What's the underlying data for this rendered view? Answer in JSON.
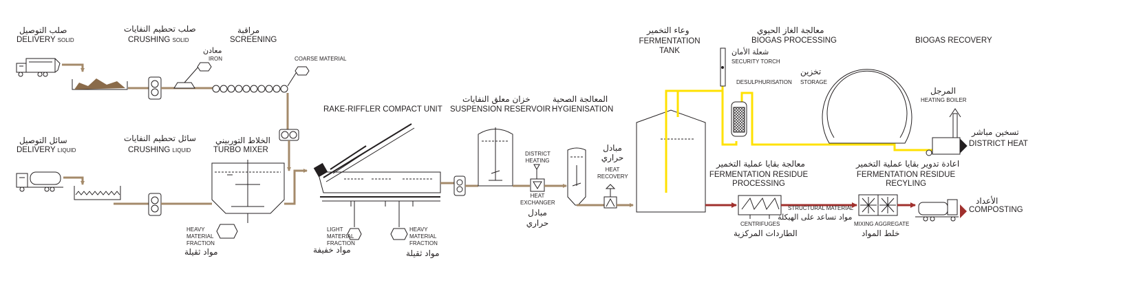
{
  "colors": {
    "line": "#231f20",
    "sludge": "#a48a6a",
    "biogas": "#ffe100",
    "residue": "#a0302d",
    "substrate": "#8a6b4a"
  },
  "labels": {
    "delivery_solid_ar": "صلب  التوصيل",
    "delivery_solid": "DELIVERY",
    "delivery_solid_sub": "SOLID",
    "crushing_solid_ar": "صلب تحطيم النفايات",
    "crushing_solid": "CRUSHING",
    "crushing_solid_sub": "SOLID",
    "screening_ar": "مراقبة",
    "screening": "SCREENING",
    "iron_ar": "معادن",
    "iron": "IRON",
    "coarse_material": "COARSE MATERIAL",
    "delivery_liquid_ar": "سائل  التوصيل",
    "delivery_liquid": "DELIVERY",
    "delivery_liquid_sub": "LIQUID",
    "crushing_liquid_ar": "سائل تحطيم النفايات",
    "crushing_liquid": "CRUSHING",
    "crushing_liquid_sub": "LIQUID",
    "turbo_mixer_ar": "الخلاط التوربيني",
    "turbo_mixer": "TURBO MIXER",
    "heavy_fraction_1": "HEAVY\nMATERIAL\nFRACTION",
    "heavy_fraction_1_ar": "مواد ثقيلة",
    "rake_riffler": "RAKE-RIFFLER COMPACT UNIT",
    "light_fraction": "LIGHT\nMATERIAL\nFRACTION",
    "light_fraction_ar": "مواد خفيفة",
    "heavy_fraction_2": "HEAVY\nMATERIAL\nFRACTION",
    "heavy_fraction_2_ar": "مواد ثقيلة",
    "suspension_reservoir_ar": "خزان معلق النفايات",
    "suspension_reservoir": "SUSPENSION RESERVOIR",
    "district_heating": "DISTRICT\nHEATING",
    "heat_exchanger": "HEAT\nEXCHANGER",
    "heat_exchanger_ar": "مبادل\nحراري",
    "hygienisation_ar": "المعالجة الصحية",
    "hygienisation": "HYGIENISATION",
    "heat_recovery_ar": "مبادل\nحراري",
    "heat_recovery": "HEAT\nRECOVERY",
    "fermentation_tank_ar": "وعاء التخمير",
    "fermentation_tank": "FERMENTATION\nTANK",
    "security_torch_ar": "شعلة الأمان",
    "security_torch": "SECURITY TORCH",
    "biogas_processing_ar": "معالجة الغاز الحيوي",
    "biogas_processing": "BIOGAS PROCESSING",
    "desulphurisation": "DESULPHURISATION",
    "storage_ar": "تخزين",
    "storage": "STORAGE",
    "biogas_recovery": "BIOGAS RECOVERY",
    "heating_boiler_ar": "المرجل",
    "heating_boiler": "HEATING BOILER",
    "district_heat_ar": "تسخين مباشر",
    "district_heat": "DISTRICT HEAT",
    "residue_processing_ar": "معالجة بقايا عملية التخمير",
    "residue_processing": "FERMENTATION RESIDUE\nPROCESSING",
    "residue_recycling_ar": "اعادة تدوير بقايا عملية التخمير",
    "residue_recycling": "FERMENTATION RESIDUE\nRECYLING",
    "structural_material": "STRUCTURAL MATERIAL",
    "structural_material_ar": "مواد تساعد على الهيكلة",
    "centrifuges": "CENTRIFUGES",
    "centrifuges_ar": "الطاردات المركزية",
    "mixing_aggregate": "MIXING AGGREGATE",
    "mixing_aggregate_ar": "خلط المواد",
    "composting_ar": "الأعداد",
    "composting": "COMPOSTING"
  }
}
